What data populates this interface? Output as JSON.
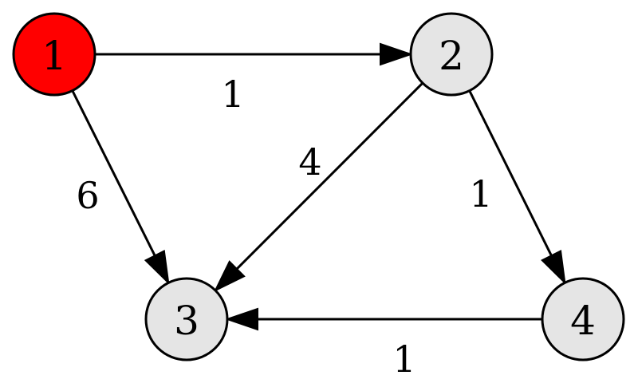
{
  "graph": {
    "nodes": [
      {
        "id": "1",
        "label": "1",
        "fill": "#ff0000"
      },
      {
        "id": "2",
        "label": "2",
        "fill": "#e5e5e5"
      },
      {
        "id": "3",
        "label": "3",
        "fill": "#e5e5e5"
      },
      {
        "id": "4",
        "label": "4",
        "fill": "#e5e5e5"
      }
    ],
    "edges": [
      {
        "from": "1",
        "to": "2",
        "weight": "1"
      },
      {
        "from": "1",
        "to": "3",
        "weight": "6"
      },
      {
        "from": "2",
        "to": "3",
        "weight": "4"
      },
      {
        "from": "2",
        "to": "4",
        "weight": "1"
      },
      {
        "from": "4",
        "to": "3",
        "weight": "1"
      }
    ]
  }
}
